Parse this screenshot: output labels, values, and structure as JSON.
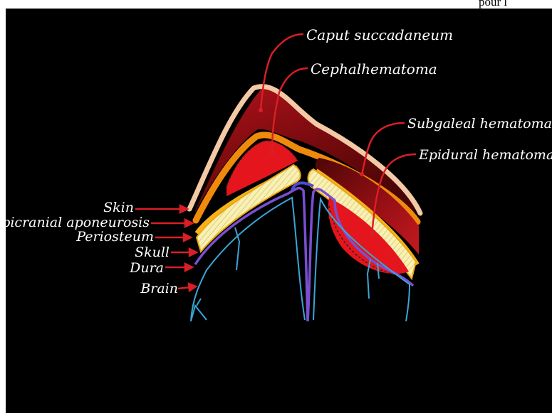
{
  "page": {
    "corner_text": "pour l"
  },
  "diagram": {
    "callouts": {
      "caput": "Caput succadaneum",
      "cephal": "Cephalhematoma",
      "subgaleal": "Subgaleal hematoma",
      "epidural": "Epidural hematoma"
    },
    "layers": {
      "skin": "Skin",
      "aponeurosis": "Epicranial aponeurosis",
      "periosteum": "Periosteum",
      "skull": "Skull",
      "dura": "Dura",
      "brain": "Brain"
    }
  },
  "colors": {
    "background": "#000000",
    "skin": "#f3c9a6",
    "aponeurosis": "#f08a0a",
    "periosteum": "#f7b21a",
    "skull": "#f6eeb0",
    "hematoma_red": "#e4151c",
    "hematoma_dark": "#5e0707",
    "dura": "#7a4fd0",
    "brain_outline": "#3aa6d6",
    "label_text": "#ffffff",
    "arrow": "#d81f26"
  }
}
